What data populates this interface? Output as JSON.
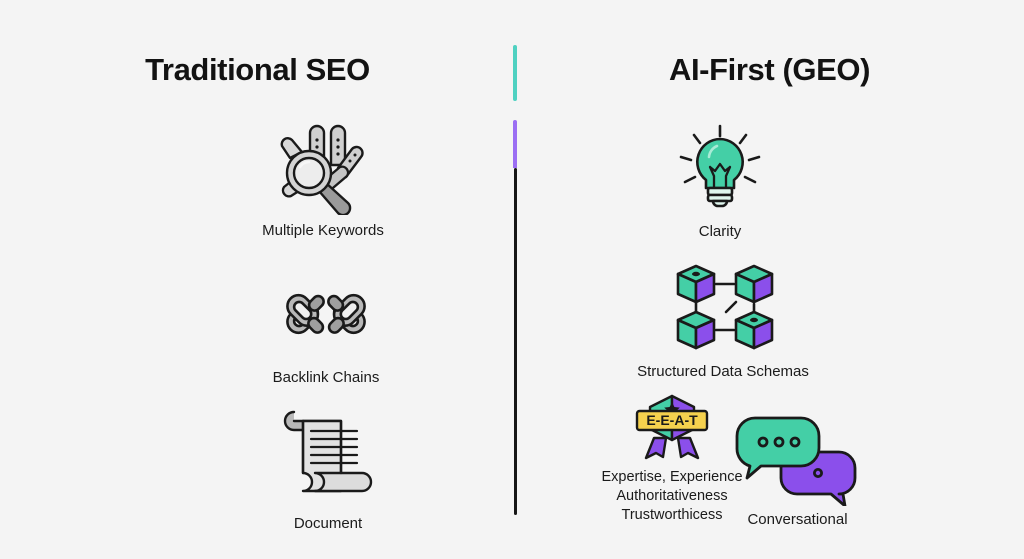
{
  "background_color": "#f4f4f4",
  "columns": {
    "left": {
      "title": "Traditional SEO"
    },
    "right": {
      "title": "AI-First (GEO)"
    }
  },
  "divider": {
    "segments": [
      {
        "name": "teal",
        "color": "#4fd1c1"
      },
      {
        "name": "purple",
        "color": "#9b6ef3"
      },
      {
        "name": "black",
        "color": "#161616"
      }
    ]
  },
  "palette": {
    "teal": "#44cfa6",
    "teal_dark": "#2fb894",
    "purple": "#8b4feb",
    "purple_dark": "#7a3fd8",
    "yellow": "#f5d14e",
    "gray_light": "#dcdcdc",
    "gray_mid": "#b5b5b5",
    "gray_dark": "#8e8e8e",
    "outline": "#1a1a1a",
    "text": "#1b1b1b"
  },
  "left_items": [
    {
      "icon": "magnifier-keywords-icon",
      "label": "Multiple Keywords"
    },
    {
      "icon": "chain-links-icon",
      "label": "Backlink Chains"
    },
    {
      "icon": "scroll-document-icon",
      "label": "Document"
    }
  ],
  "right_items": [
    {
      "icon": "lightbulb-icon",
      "label": "Clarity"
    },
    {
      "icon": "cube-network-icon",
      "label": "Structured Data Schemas"
    },
    {
      "icon": "eeat-badge-icon",
      "badge_text": "E-E-A-T",
      "label": "Expertise, Experience\nAuthoritativeness\nTrustworthicess"
    },
    {
      "icon": "speech-bubbles-icon",
      "label": "Conversational"
    }
  ]
}
